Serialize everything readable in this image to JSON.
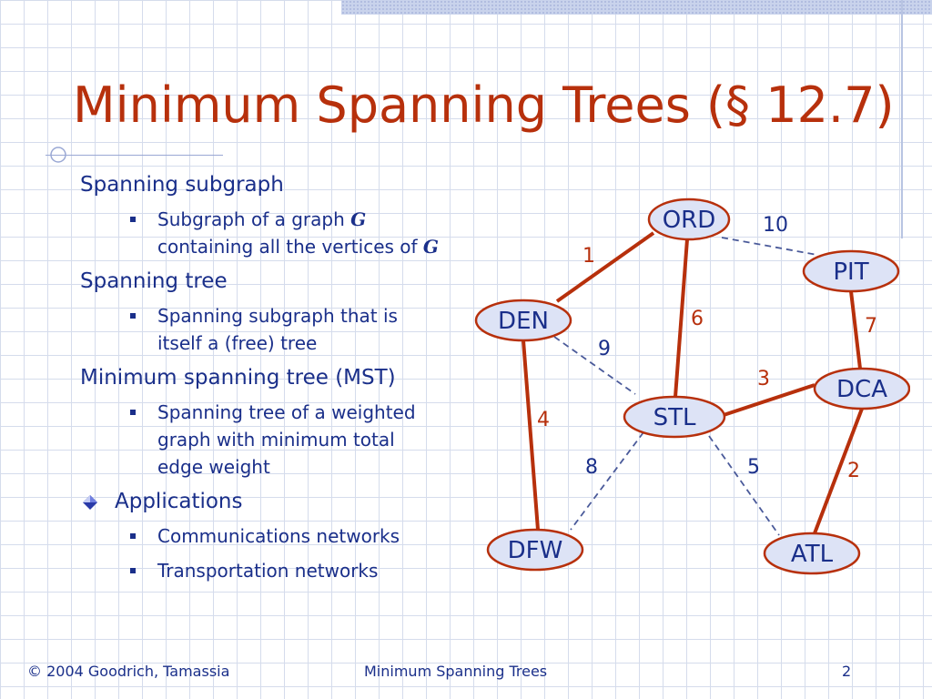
{
  "slide": {
    "title": "Minimum Spanning Trees (§ 12.7)",
    "bullets": [
      {
        "text": "Spanning subgraph",
        "marker": "none",
        "sub": [
          {
            "parts": [
              "Subgraph of a graph ",
              "G",
              "containing all the vertices of ",
              "G"
            ]
          }
        ]
      },
      {
        "text": "Spanning tree",
        "marker": "none",
        "sub": [
          {
            "lines": [
              "Spanning subgraph that is",
              "itself a (free) tree"
            ]
          }
        ]
      },
      {
        "text": "Minimum spanning tree (MST)",
        "marker": "none",
        "sub": [
          {
            "lines": [
              "Spanning tree of a weighted",
              "graph with minimum total",
              "edge weight"
            ]
          }
        ]
      },
      {
        "text": "Applications",
        "marker": "diamond-icon",
        "sub": [
          {
            "lines": [
              "Communications networks"
            ]
          },
          {
            "lines": [
              "Transportation networks"
            ]
          }
        ]
      }
    ],
    "footer": {
      "copyright": "© 2004 Goodrich, Tamassia",
      "topic": "Minimum Spanning Trees",
      "page": "2"
    }
  },
  "graph": {
    "nodes": [
      "ORD",
      "PIT",
      "DEN",
      "DCA",
      "STL",
      "DFW",
      "ATL"
    ],
    "edges": [
      {
        "from": "ORD",
        "to": "DEN",
        "weight": "1",
        "in_mst": true
      },
      {
        "from": "ORD",
        "to": "PIT",
        "weight": "10",
        "in_mst": false
      },
      {
        "from": "ORD",
        "to": "STL",
        "weight": "6",
        "in_mst": true
      },
      {
        "from": "PIT",
        "to": "DCA",
        "weight": "7",
        "in_mst": true
      },
      {
        "from": "DEN",
        "to": "STL",
        "weight": "9",
        "in_mst": false
      },
      {
        "from": "DEN",
        "to": "DFW",
        "weight": "4",
        "in_mst": true
      },
      {
        "from": "STL",
        "to": "DCA",
        "weight": "3",
        "in_mst": true
      },
      {
        "from": "STL",
        "to": "DFW",
        "weight": "8",
        "in_mst": false
      },
      {
        "from": "STL",
        "to": "ATL",
        "weight": "5",
        "in_mst": false
      },
      {
        "from": "DCA",
        "to": "ATL",
        "weight": "2",
        "in_mst": true
      }
    ]
  },
  "colors": {
    "title": "#b7300c",
    "text": "#1a2f8a",
    "node_fill": "#dde3f6",
    "node_stroke": "#b7300c",
    "mst_edge": "#b7300c",
    "non_mst_edge": "#4a5a9a",
    "weight_label": "#b7300c",
    "non_mst_weight_label": "#1a2f8a"
  }
}
